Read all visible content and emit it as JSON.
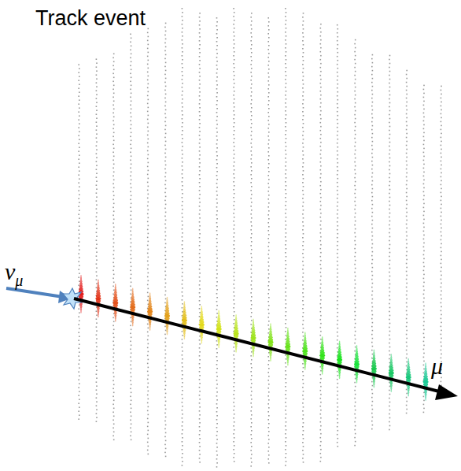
{
  "diagram": {
    "title": "Track event",
    "labels": [
      "νμ",
      "μ"
    ]
  }
}
